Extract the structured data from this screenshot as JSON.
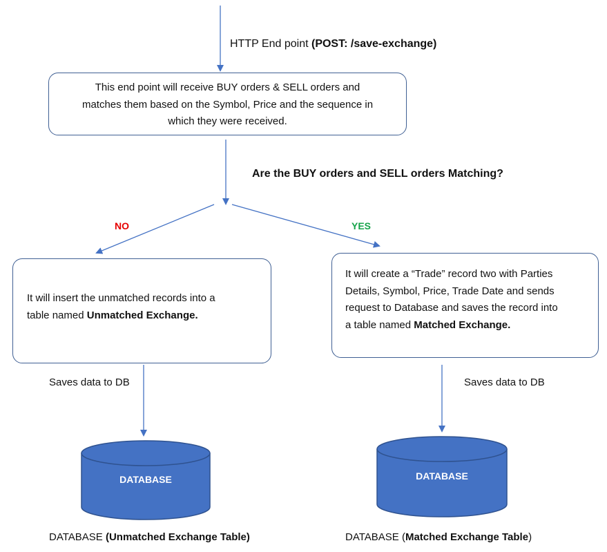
{
  "endpoint": {
    "prefix": "HTTP End point ",
    "bold": "(POST: /save-exchange)"
  },
  "receive_box": {
    "lines": [
      "This end point will receive BUY orders & SELL orders and",
      "matches them based on the Symbol, Price and the sequence in",
      "which they were received."
    ]
  },
  "decision": {
    "question": "Are the BUY orders and SELL orders Matching?",
    "no_label": "NO",
    "yes_label": "YES"
  },
  "unmatched_box": {
    "line1": "It will insert the unmatched records into a",
    "line2_prefix": "table named ",
    "line2_bold": "Unmatched Exchange."
  },
  "matched_box": {
    "line1": "It will create a “Trade” record two with Parties",
    "line2": "Details, Symbol, Price, Trade Date and sends",
    "line3": "request to Database and saves the record into",
    "line4_prefix": "a table named ",
    "line4_bold": "Matched Exchange."
  },
  "left_save_label": "Saves data to DB",
  "right_save_label": "Saves data to DB",
  "left_db": {
    "label": "DATABASE",
    "caption_prefix": "DATABASE ",
    "caption_bold": "(Unmatched Exchange Table)"
  },
  "right_db": {
    "label": "DATABASE",
    "caption_prefix": "DATABASE (",
    "caption_bold": "Matched Exchange Table",
    "caption_suffix": ")"
  },
  "colors": {
    "arrow": "#4472c4",
    "box_border": "#3f5f93",
    "db_fill": "#4472c4",
    "db_stroke": "#2f528f",
    "no": "#e60000",
    "yes": "#16a34a"
  }
}
